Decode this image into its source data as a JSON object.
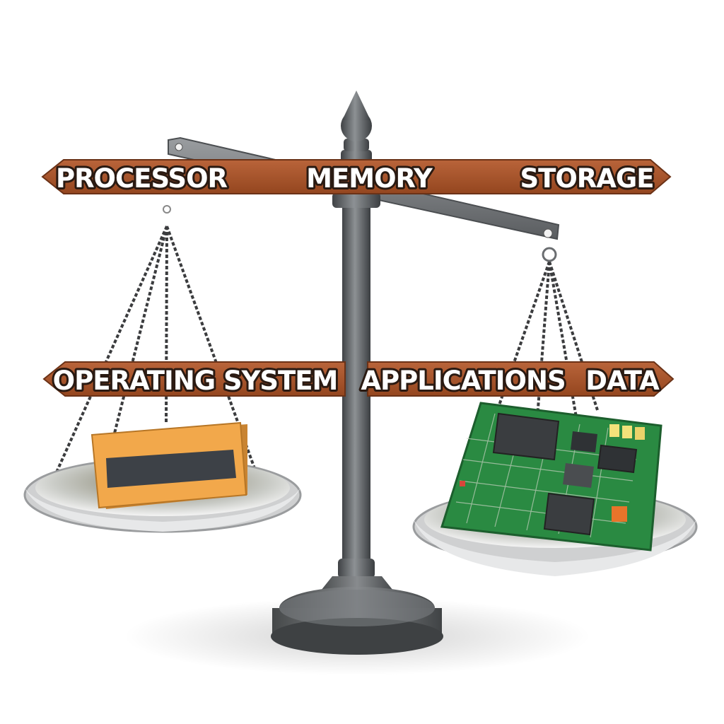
{
  "banners": {
    "top": {
      "left": "PROCESSOR",
      "center": "MEMORY",
      "right": "STORAGE"
    },
    "bottom": {
      "left": "OPERATING SYSTEM",
      "center": "APPLICATIONS",
      "right": "DATA"
    }
  },
  "scale": {
    "left_pan_item": "card-icon",
    "right_pan_item": "circuit-board-icon",
    "tilt": "right-side-lower"
  },
  "colors": {
    "banner": "#a9552b",
    "banner_edge": "#6b3217",
    "metal": "#6f7275",
    "metal_dark": "#44474a",
    "pan": "#d9dadb",
    "card": "#f2a84b",
    "board": "#2f9a4a"
  }
}
